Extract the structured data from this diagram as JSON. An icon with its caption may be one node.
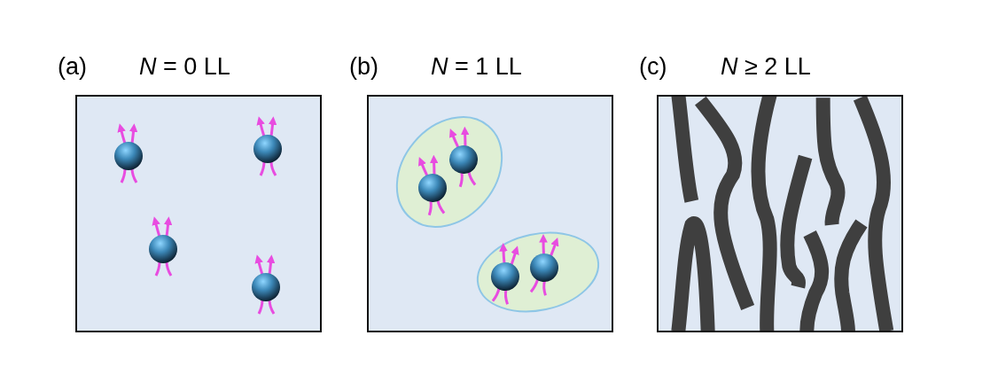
{
  "diagram": {
    "nodes": [
      {
        "text": [
          "(a)",
          "*N* = 0 LL"
        ]
      },
      {
        "text": [
          "(b)",
          "*N* = 1 LL"
        ]
      },
      {
        "text": [
          "(c)",
          "*N* ≥ 2 LL"
        ]
      }
    ]
  }
}
